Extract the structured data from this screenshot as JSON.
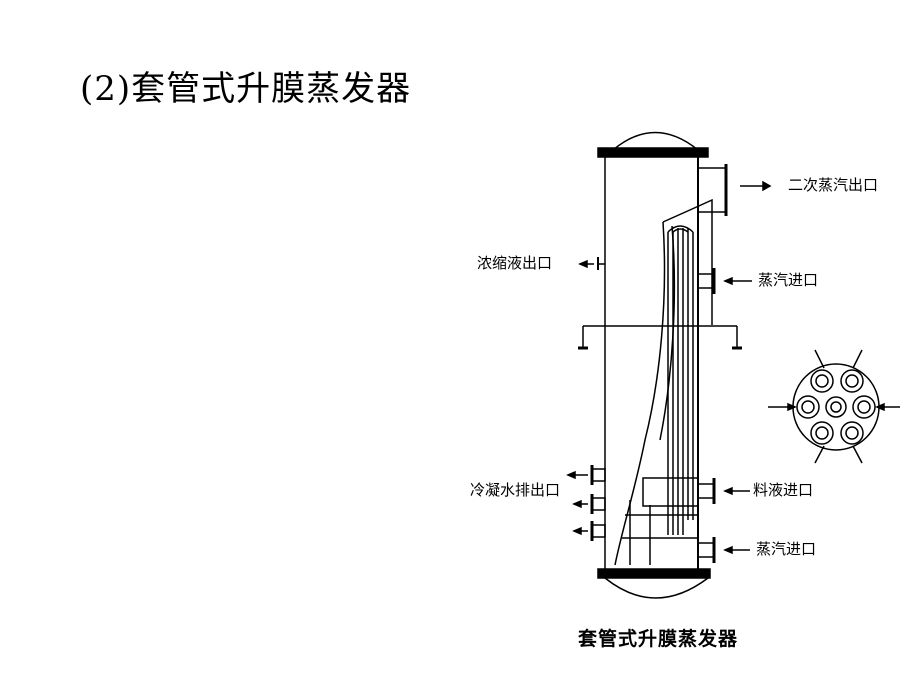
{
  "title": "(2)套管式升膜蒸发器",
  "diagram": {
    "caption": "套管式升膜蒸发器",
    "labels": {
      "secondary_steam_outlet": "二次蒸汽出口",
      "concentrate_outlet": "浓缩液出口",
      "steam_inlet_top": "蒸汽进口",
      "condensate_drain": "冷凝水排出口",
      "feed_inlet": "料液进口",
      "steam_inlet_bottom": "蒸汽进口"
    }
  }
}
